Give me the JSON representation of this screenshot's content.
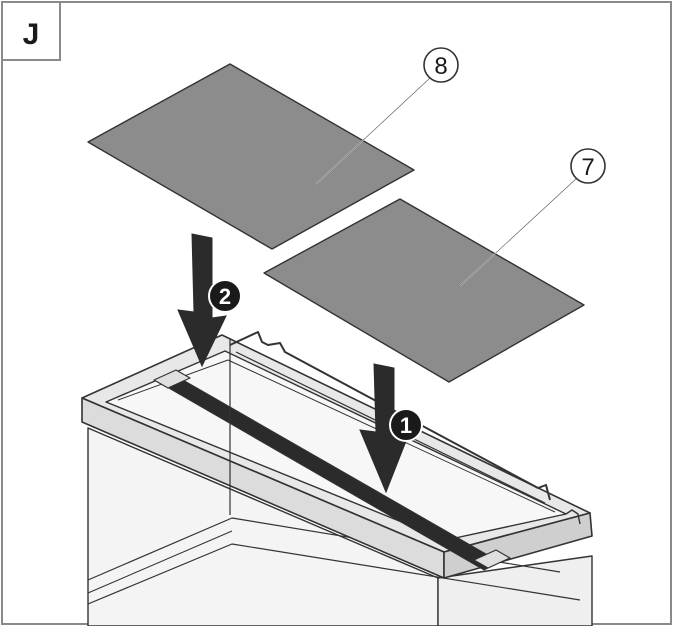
{
  "panel": {
    "label": "J"
  },
  "callouts": {
    "part_a": "8",
    "part_b": "7"
  },
  "steps": {
    "first": "1",
    "second": "2"
  },
  "colors": {
    "frame": "#8a8a8a",
    "glass": "#8c8c8c",
    "line": "#333333",
    "rim": "#e6e6e6",
    "dark": "#2b2b2b",
    "badge": "#1a1a1a"
  }
}
